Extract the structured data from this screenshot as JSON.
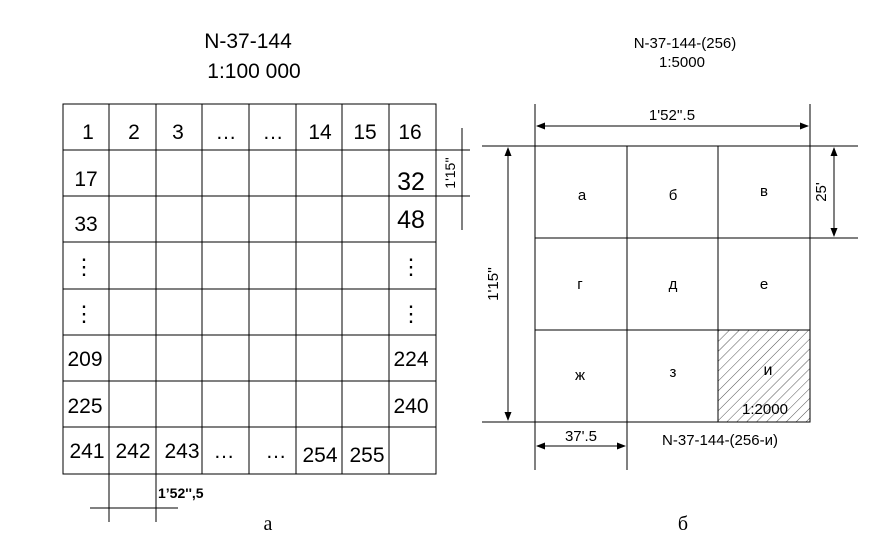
{
  "left": {
    "title": "N-37-144",
    "scale": "1:100 000",
    "row1": [
      "1",
      "2",
      "3",
      "…",
      "…",
      "14",
      "15",
      "16"
    ],
    "left_col": [
      "17",
      "33",
      "⋮",
      "⋮",
      "209",
      "225"
    ],
    "right_col": [
      "32",
      "48",
      "⋮",
      "⋮",
      "224",
      "240"
    ],
    "last_row": [
      "241",
      "242",
      "243",
      "…",
      "…",
      "254",
      "255"
    ],
    "dim_height": "1'15''",
    "dim_width": "1’52'',5",
    "caption": "а"
  },
  "right": {
    "title": "N-37-144-(256)",
    "scale": "1:5000",
    "cells": [
      "а",
      "б",
      "в",
      "г",
      "д",
      "е",
      "ж",
      "з",
      "и"
    ],
    "highlight_scale": "1:2000",
    "dim_width": "1'52''.5",
    "dim_height": "1'15''",
    "dim_cell_height": "25'",
    "dim_cell_width": "37'.5",
    "bottom_label": "N-37-144-(256-и)",
    "caption": "б"
  }
}
